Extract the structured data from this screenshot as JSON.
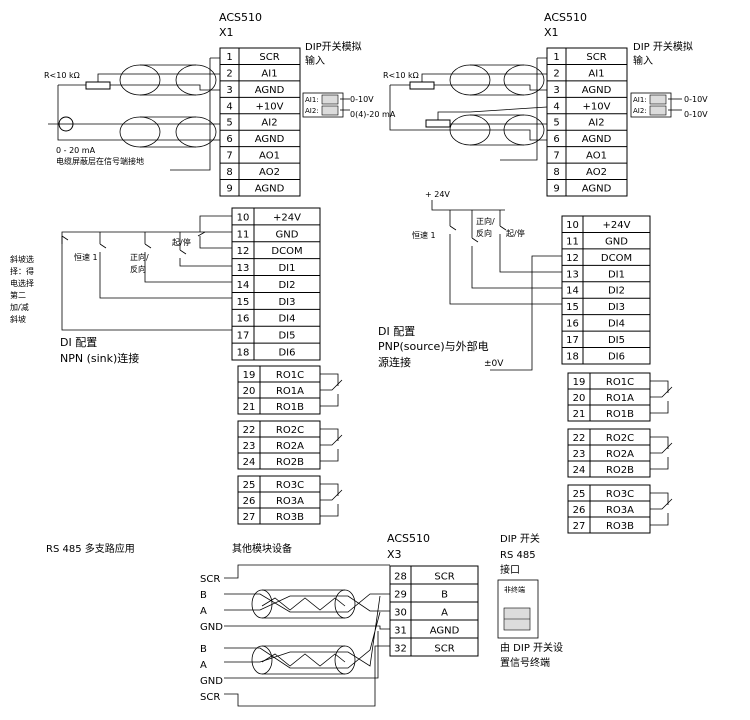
{
  "left_top": {
    "device": "ACS510",
    "block": "X1",
    "rows": [
      {
        "n": "1",
        "s": "SCR"
      },
      {
        "n": "2",
        "s": "AI1"
      },
      {
        "n": "3",
        "s": "AGND"
      },
      {
        "n": "4",
        "s": "+10V"
      },
      {
        "n": "5",
        "s": "AI2"
      },
      {
        "n": "6",
        "s": "AGND"
      },
      {
        "n": "7",
        "s": "AO1"
      },
      {
        "n": "8",
        "s": "AO2"
      },
      {
        "n": "9",
        "s": "AGND"
      }
    ],
    "dip_title": "DIP开关模拟",
    "dip_title2": "输入",
    "dip_ai1": "AI1:",
    "dip_ai2": "AI2:",
    "range1": "0-10V",
    "range2": "0(4)-20 mA",
    "resistor": "R<10 kΩ",
    "current": "0 - 20 mA",
    "shield_note": "电缆屏蔽层在信号端接地"
  },
  "right_top": {
    "device": "ACS510",
    "block": "X1",
    "rows": [
      {
        "n": "1",
        "s": "SCR"
      },
      {
        "n": "2",
        "s": "AI1"
      },
      {
        "n": "3",
        "s": "AGND"
      },
      {
        "n": "4",
        "s": "+10V"
      },
      {
        "n": "5",
        "s": "AI2"
      },
      {
        "n": "6",
        "s": "AGND"
      },
      {
        "n": "7",
        "s": "AO1"
      },
      {
        "n": "8",
        "s": "AO2"
      },
      {
        "n": "9",
        "s": "AGND"
      }
    ],
    "dip_title": "DIP 开关模拟",
    "dip_title2": "输入",
    "dip_ai1": "AI1:",
    "dip_ai2": "AI2:",
    "range1": "0-10V",
    "range2": "0-10V",
    "resistor": "R<10 kΩ"
  },
  "left_di": {
    "rows": [
      {
        "n": "10",
        "s": "+24V"
      },
      {
        "n": "11",
        "s": "GND"
      },
      {
        "n": "12",
        "s": "DCOM"
      },
      {
        "n": "13",
        "s": "DI1"
      },
      {
        "n": "14",
        "s": "DI2"
      },
      {
        "n": "15",
        "s": "DI3"
      },
      {
        "n": "16",
        "s": "DI4"
      },
      {
        "n": "17",
        "s": "DI5"
      },
      {
        "n": "18",
        "s": "DI6"
      }
    ],
    "ramp_label": [
      "斜坡选",
      "择：得",
      "电选择",
      "第二",
      "加/减",
      "斜坡"
    ],
    "const_speed": "恒速 1",
    "fwd": "正向/",
    "rev": "反向",
    "start_stop": "起/停",
    "config1": "DI 配置",
    "config2": "NPN (sink)连接"
  },
  "right_di": {
    "rows": [
      {
        "n": "10",
        "s": "+24V"
      },
      {
        "n": "11",
        "s": "GND"
      },
      {
        "n": "12",
        "s": "DCOM"
      },
      {
        "n": "13",
        "s": "DI1"
      },
      {
        "n": "14",
        "s": "DI2"
      },
      {
        "n": "15",
        "s": "DI3"
      },
      {
        "n": "16",
        "s": "DI4"
      },
      {
        "n": "17",
        "s": "DI5"
      },
      {
        "n": "18",
        "s": "DI6"
      }
    ],
    "supply": "+ 24V",
    "const_speed": "恒速 1",
    "fwd": "正向/",
    "rev": "反向",
    "start_stop": "起/停",
    "config1": "DI 配置",
    "config2": "PNP(source)与外部电",
    "config3": "源连接",
    "zero": "±0V"
  },
  "left_relays": [
    [
      {
        "n": "19",
        "s": "RO1C"
      },
      {
        "n": "20",
        "s": "RO1A"
      },
      {
        "n": "21",
        "s": "RO1B"
      }
    ],
    [
      {
        "n": "22",
        "s": "RO2C"
      },
      {
        "n": "23",
        "s": "RO2A"
      },
      {
        "n": "24",
        "s": "RO2B"
      }
    ],
    [
      {
        "n": "25",
        "s": "RO3C"
      },
      {
        "n": "26",
        "s": "RO3A"
      },
      {
        "n": "27",
        "s": "RO3B"
      }
    ]
  ],
  "right_relays": [
    [
      {
        "n": "19",
        "s": "RO1C"
      },
      {
        "n": "20",
        "s": "RO1A"
      },
      {
        "n": "21",
        "s": "RO1B"
      }
    ],
    [
      {
        "n": "22",
        "s": "RO2C"
      },
      {
        "n": "23",
        "s": "RO2A"
      },
      {
        "n": "24",
        "s": "RO2B"
      }
    ],
    [
      {
        "n": "25",
        "s": "RO3C"
      },
      {
        "n": "26",
        "s": "RO3A"
      },
      {
        "n": "27",
        "s": "RO3B"
      }
    ]
  ],
  "rs485": {
    "title": "RS 485 多支路应用",
    "other_devices": "其他模块设备",
    "device": "ACS510",
    "block": "X3",
    "rows": [
      {
        "n": "28",
        "s": "SCR"
      },
      {
        "n": "29",
        "s": "B"
      },
      {
        "n": "30",
        "s": "A"
      },
      {
        "n": "31",
        "s": "AGND"
      },
      {
        "n": "32",
        "s": "SCR"
      }
    ],
    "bus1": [
      "SCR",
      "B",
      "A",
      "GND"
    ],
    "bus2": [
      "B",
      "A",
      "GND",
      "SCR"
    ],
    "dip_title": [
      "DIP 开关",
      "RS 485",
      "接口"
    ],
    "non_term": "非终端",
    "dip_note1": "由 DIP 开关设",
    "dip_note2": "置信号终端"
  }
}
